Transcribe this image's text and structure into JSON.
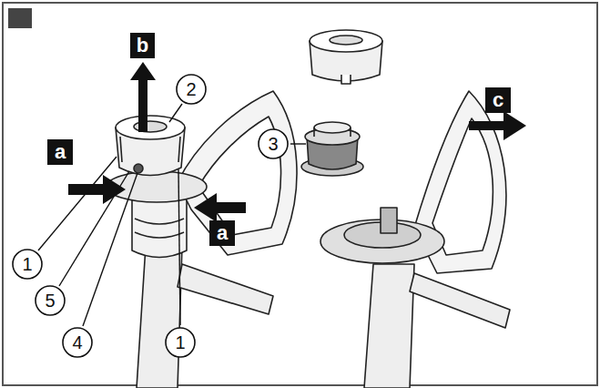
{
  "diagram": {
    "nodes": [
      {
        "text": [
          "b"
        ]
      },
      {
        "text": [
          "2"
        ]
      },
      {
        "text": [
          "a"
        ]
      },
      {
        "text": [
          "3"
        ]
      },
      {
        "text": [
          "c"
        ]
      },
      {
        "text": [
          "a"
        ]
      },
      {
        "text": [
          "1"
        ]
      },
      {
        "text": [
          "5"
        ]
      },
      {
        "text": [
          "4"
        ]
      },
      {
        "text": [
          "1"
        ]
      }
    ]
  }
}
